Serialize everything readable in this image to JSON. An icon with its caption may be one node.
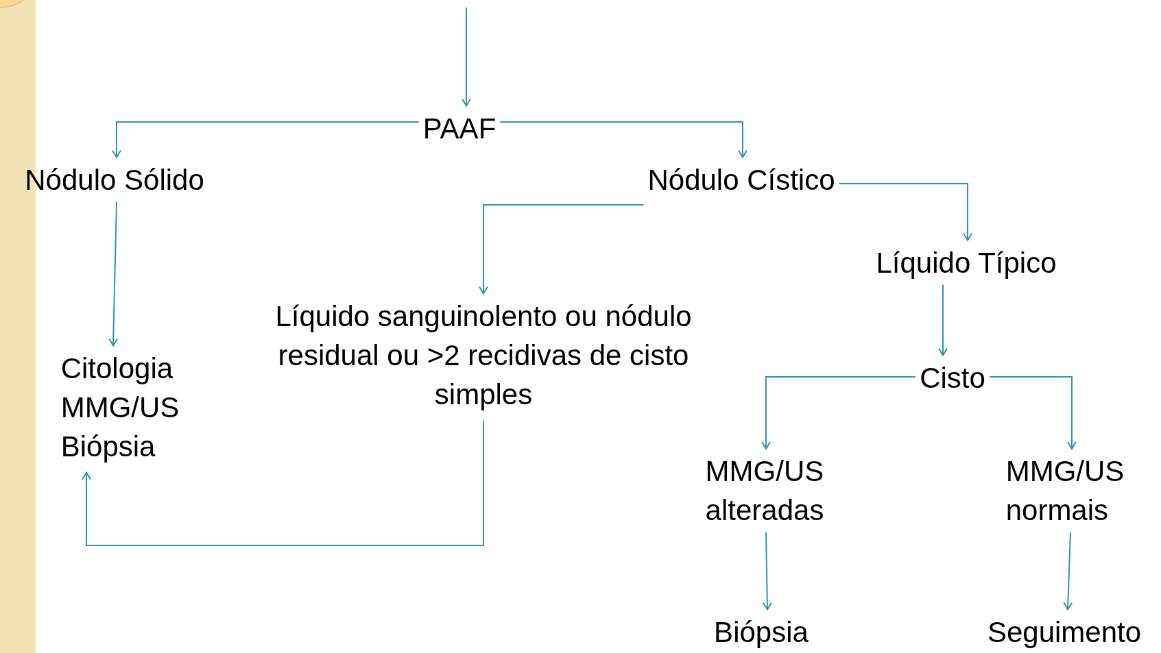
{
  "diagram": {
    "nodes": [
      {
        "text": [
          "PAAF"
        ]
      },
      {
        "text": [
          "Nódulo Sólido"
        ]
      },
      {
        "text": [
          "Nódulo Cístico"
        ]
      },
      {
        "text": [
          "Líquido sanguinolento ou nódulo residual ou >2 recidivas de cisto simples"
        ]
      },
      {
        "text": [
          "Líquido Típico"
        ]
      },
      {
        "text": [
          "Citologia MMG/US Biópsia"
        ]
      },
      {
        "text": [
          "Cisto"
        ]
      },
      {
        "text": [
          "MMG/US alteradas"
        ]
      },
      {
        "text": [
          "MMG/US normais"
        ]
      },
      {
        "text": [
          "Biópsia"
        ]
      },
      {
        "text": [
          "Seguimento"
        ]
      }
    ],
    "edges": [
      {
        "from": null,
        "to": 0,
        "arrow": "to"
      },
      {
        "from": 0,
        "to": 1,
        "arrow": "to"
      },
      {
        "from": 0,
        "to": 2,
        "arrow": "to"
      },
      {
        "from": 1,
        "to": 5,
        "arrow": "to"
      },
      {
        "from": 2,
        "to": 3,
        "arrow": "to"
      },
      {
        "from": 2,
        "to": 4,
        "arrow": "to"
      },
      {
        "from": 3,
        "to": 5,
        "arrow": "to"
      },
      {
        "from": 4,
        "to": 6,
        "arrow": "to"
      },
      {
        "from": 6,
        "to": 7,
        "arrow": "to"
      },
      {
        "from": 6,
        "to": 8,
        "arrow": "to"
      },
      {
        "from": 7,
        "to": 9,
        "arrow": "to"
      },
      {
        "from": 8,
        "to": 10,
        "arrow": "to"
      }
    ]
  }
}
